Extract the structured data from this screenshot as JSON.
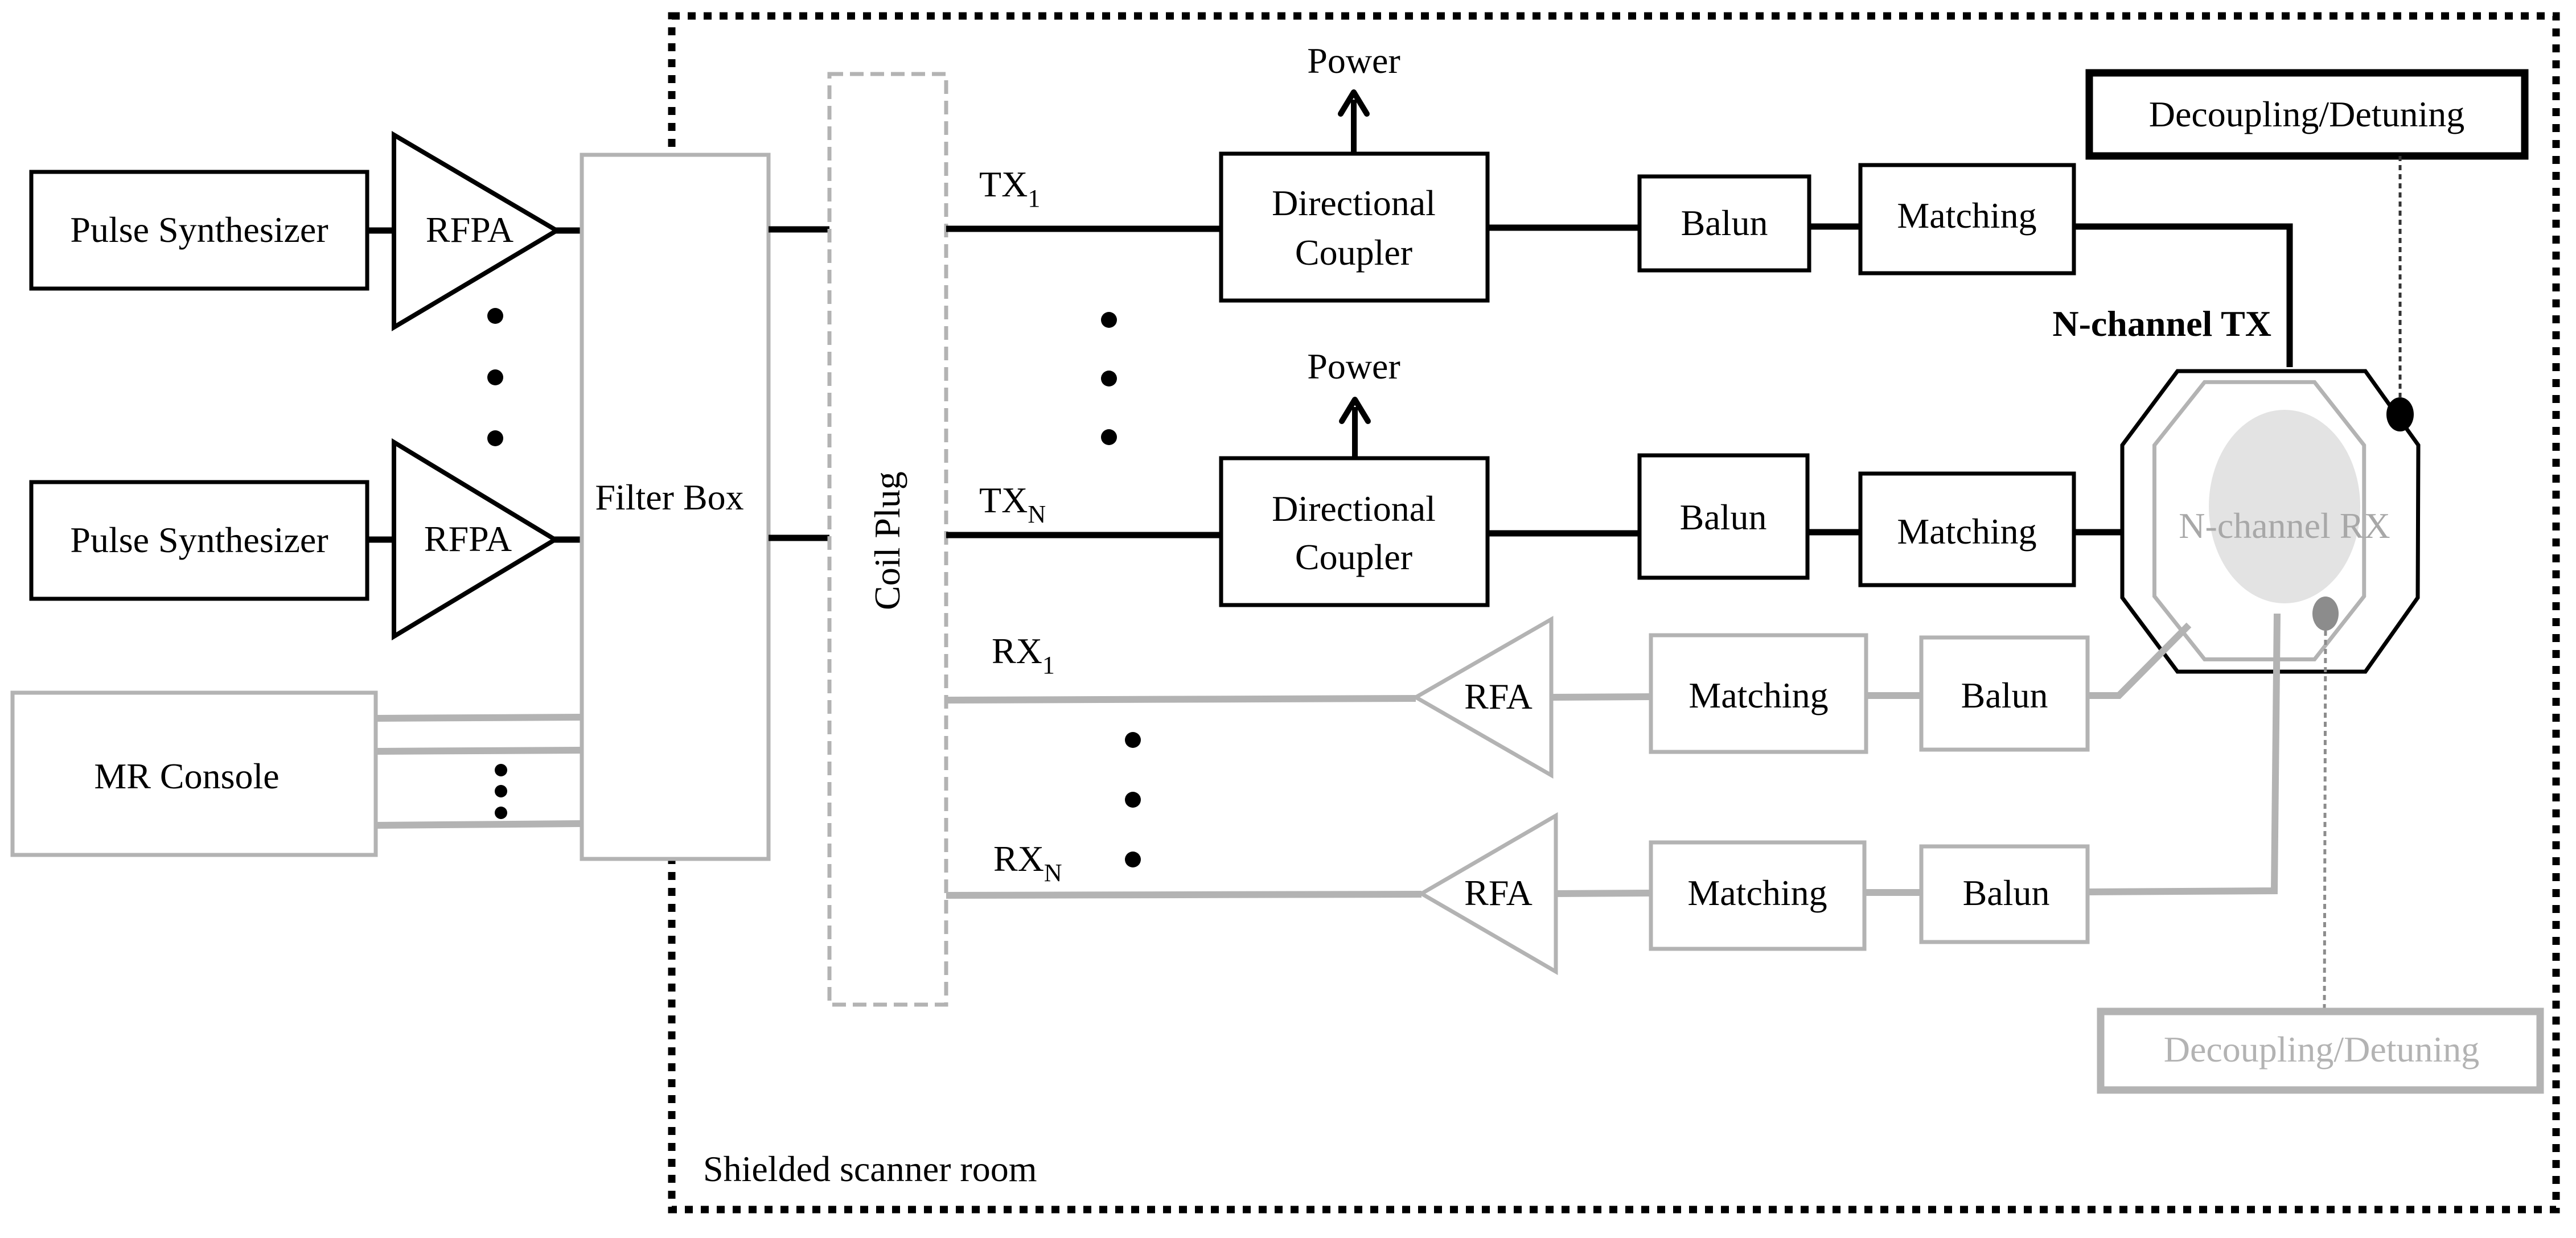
{
  "diagram": {
    "title": "Multi-channel MR transmit/receive system block diagram",
    "shielded_room_label": "Shielded scanner room",
    "colors": {
      "tx_path": "#000000",
      "rx_path": "#b3b3b3",
      "rx_coil_fill": "#e3e3e3",
      "rx_detune_dot": "#8c8c8c"
    },
    "outside_room": {
      "pulse_synthesizers": [
        "Pulse Synthesizer",
        "Pulse Synthesizer"
      ],
      "rf_power_amplifiers": [
        "RFPA",
        "RFPA"
      ],
      "filter_box": "Filter Box",
      "mr_console": "MR Console"
    },
    "coil_plug": "Coil Plug",
    "tx_channels": [
      {
        "name": "TX",
        "subscript": "1",
        "coupler": [
          "Directional",
          "Coupler"
        ],
        "power": "Power",
        "balun": "Balun",
        "matching": "Matching"
      },
      {
        "name": "TX",
        "subscript": "N",
        "coupler": [
          "Directional",
          "Coupler"
        ],
        "power": "Power",
        "balun": "Balun",
        "matching": "Matching"
      }
    ],
    "rx_channels": [
      {
        "name": "RX",
        "subscript": "1",
        "amplifier": "RFA",
        "matching": "Matching",
        "balun": "Balun"
      },
      {
        "name": "RX",
        "subscript": "N",
        "amplifier": "RFA",
        "matching": "Matching",
        "balun": "Balun"
      }
    ],
    "coil": {
      "tx_label": "N-channel TX",
      "rx_label": "N-channel RX"
    },
    "decoupling_tx": "Decoupling/Detuning",
    "decoupling_rx": "Decoupling/Detuning"
  }
}
